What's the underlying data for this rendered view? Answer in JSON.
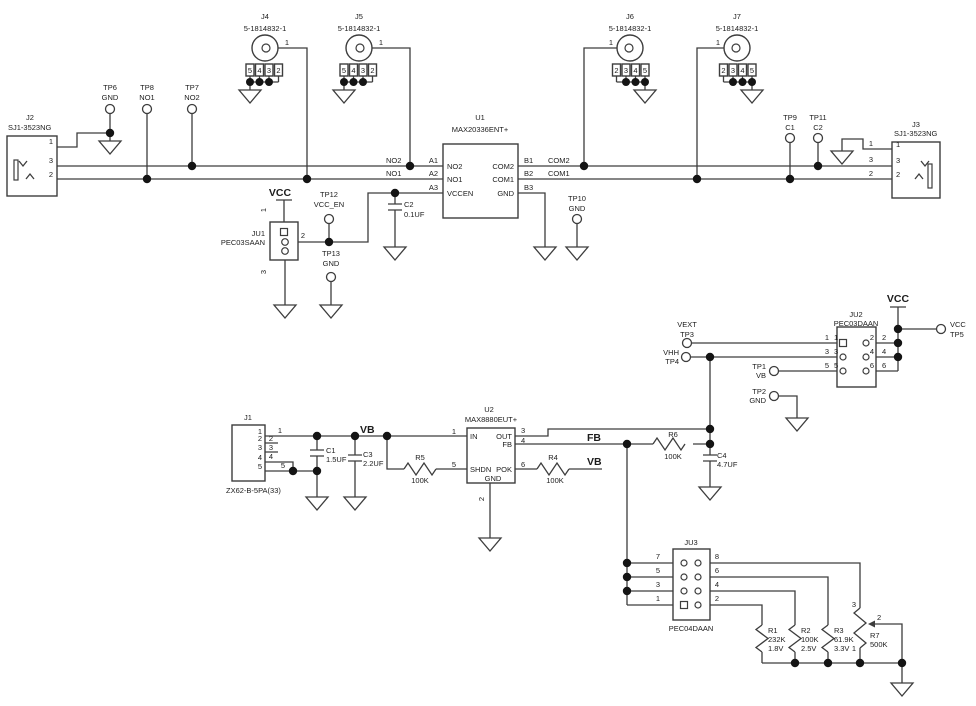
{
  "ics": {
    "u1": {
      "ref": "U1",
      "part": "MAX20336ENT+",
      "pins": {
        "no2": "NO2",
        "no1": "NO1",
        "vccen": "VCCEN",
        "com2": "COM2",
        "com1": "COM1",
        "gnd": "GND"
      },
      "nums": {
        "a1": "A1",
        "a2": "A2",
        "a3": "A3",
        "b1": "B1",
        "b2": "B2",
        "b3": "B3"
      }
    },
    "u2": {
      "ref": "U2",
      "part": "MAX8880EUT+",
      "pins": {
        "in": "IN",
        "shdn": "SHDN",
        "gnd": "GND",
        "out": "OUT",
        "fb": "FB",
        "pok": "POK"
      },
      "nums": {
        "in": "1",
        "shdn": "5",
        "gnd": "2",
        "out": "3",
        "fb": "4",
        "pok": "6"
      }
    }
  },
  "connectors": {
    "j1": {
      "ref": "J1",
      "part": "ZX62-B-5PA(33)",
      "pins": [
        "1",
        "2",
        "3",
        "4",
        "5"
      ]
    },
    "j2": {
      "ref": "J2",
      "part": "SJ1-3523NG",
      "pins": [
        "1",
        "3",
        "2"
      ]
    },
    "j3": {
      "ref": "J3",
      "part": "SJ1-3523NG",
      "pins": [
        "1",
        "3",
        "2"
      ]
    },
    "j4": {
      "ref": "J4",
      "part": "5-1814832-1",
      "pin1": "1",
      "row": [
        "5",
        "4",
        "3",
        "2"
      ]
    },
    "j5": {
      "ref": "J5",
      "part": "5-1814832-1",
      "pin1": "1",
      "row": [
        "5",
        "4",
        "3",
        "2"
      ]
    },
    "j6": {
      "ref": "J6",
      "part": "5-1814832-1",
      "pin1": "1",
      "row": [
        "2",
        "3",
        "4",
        "5"
      ]
    },
    "j7": {
      "ref": "J7",
      "part": "5-1814832-1",
      "pin1": "1",
      "row": [
        "2",
        "3",
        "4",
        "5"
      ]
    }
  },
  "jumpers": {
    "ju1": {
      "ref": "JU1",
      "part": "PEC03SAAN",
      "pins": [
        "1",
        "2",
        "3"
      ]
    },
    "ju2": {
      "ref": "JU2",
      "part": "PEC03DAAN",
      "left": [
        "1",
        "3",
        "5"
      ],
      "right": [
        "2",
        "4",
        "6"
      ]
    },
    "ju3": {
      "ref": "JU3",
      "part": "PEC04DAAN",
      "left": [
        "7",
        "5",
        "3",
        "1"
      ],
      "right": [
        "8",
        "6",
        "4",
        "2"
      ]
    }
  },
  "testpoints": {
    "tp1": {
      "ref": "TP1",
      "net": "VB"
    },
    "tp2": {
      "ref": "TP2",
      "net": "GND"
    },
    "tp3": {
      "ref": "TP3",
      "net": "VEXT"
    },
    "tp4": {
      "ref": "TP4",
      "net": "VHH"
    },
    "tp5": {
      "ref": "TP5",
      "net": "VCC"
    },
    "tp6": {
      "ref": "TP6",
      "net": "GND"
    },
    "tp7": {
      "ref": "TP7",
      "net": "NO2"
    },
    "tp8": {
      "ref": "TP8",
      "net": "NO1"
    },
    "tp9": {
      "ref": "TP9",
      "net": "C1"
    },
    "tp10": {
      "ref": "TP10",
      "net": "GND"
    },
    "tp11": {
      "ref": "TP11",
      "net": "C2"
    },
    "tp12": {
      "ref": "TP12",
      "net": "VCC_EN"
    },
    "tp13": {
      "ref": "TP13",
      "net": "GND"
    }
  },
  "resistors": {
    "r1": {
      "ref": "R1",
      "value": "232K",
      "note": "1.8V"
    },
    "r2": {
      "ref": "R2",
      "value": "100K",
      "note": "2.5V"
    },
    "r3": {
      "ref": "R3",
      "value": "61.9K",
      "note": "3.3V"
    },
    "r4": {
      "ref": "R4",
      "value": "100K"
    },
    "r5": {
      "ref": "R5",
      "value": "100K"
    },
    "r6": {
      "ref": "R6",
      "value": "100K"
    },
    "r7": {
      "ref": "R7",
      "value": "500K",
      "pins": [
        "3",
        "2",
        "1"
      ]
    }
  },
  "capacitors": {
    "c1": {
      "ref": "C1",
      "value": "1.5UF"
    },
    "c2": {
      "ref": "C2",
      "value": "0.1UF"
    },
    "c3": {
      "ref": "C3",
      "value": "2.2UF"
    },
    "c4": {
      "ref": "C4",
      "value": "4.7UF"
    }
  },
  "nets": {
    "vcc": "VCC",
    "vb": "VB",
    "fb": "FB",
    "no2": "NO2",
    "no1": "NO1",
    "com2": "COM2",
    "com1": "COM1"
  }
}
